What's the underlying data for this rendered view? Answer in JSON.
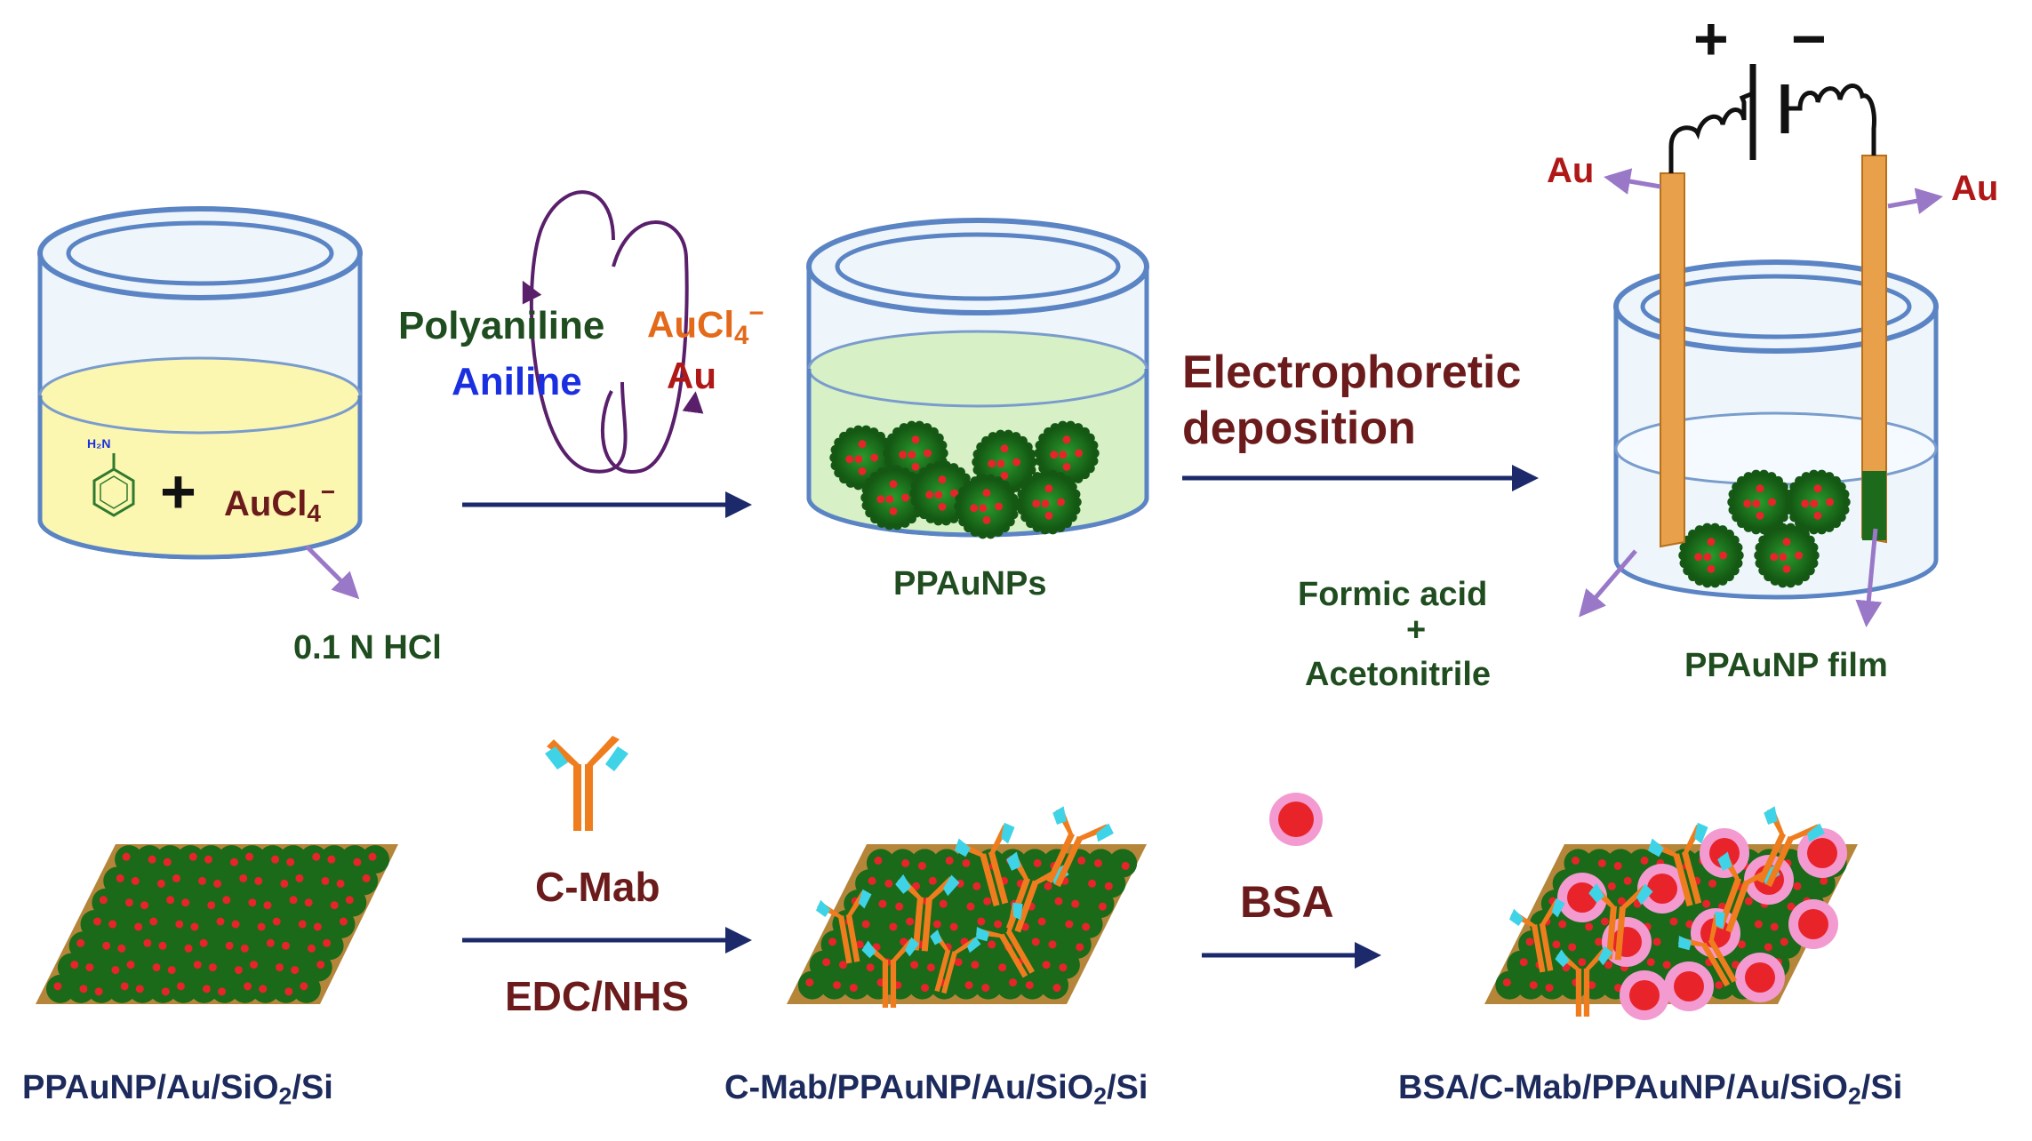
{
  "labels": {
    "polyaniline": "Polyaniline",
    "aniline": "Aniline",
    "aucl4_top": "AuCl",
    "aucl4_top_sub": "4",
    "aucl4_top_sup": "−",
    "au_mid": "Au",
    "beaker1_aucl": "AuCl",
    "beaker1_sub": "4",
    "beaker1_sup": "−",
    "plus_sign": "+",
    "amine_label": "H₂N",
    "hcl": "0.1 N HCl",
    "ppaunps": "PPAuNPs",
    "electrophoretic": "Electrophoretic",
    "deposition": "deposition",
    "au_left": "Au",
    "au_right": "Au",
    "battery_plus": "+",
    "battery_minus": "−",
    "formic": "Formic acid",
    "formic_plus": "+",
    "acetonitrile": "Acetonitrile",
    "film": "PPAuNP film",
    "cmab": "C-Mab",
    "edc": "EDC/NHS",
    "bsa": "BSA",
    "sub1": "PPAuNP/Au/SiO",
    "sub1_sub": "2",
    "sub1_end": "/Si",
    "sub2": "C-Mab/PPAuNP/Au/SiO",
    "sub2_sub": "2",
    "sub2_end": "/Si",
    "sub3": "BSA/C-Mab/PPAuNP/Au/SiO",
    "sub3_sub": "2",
    "sub3_end": "/Si"
  },
  "colors": {
    "beaker_stroke": "#5b84c4",
    "beaker_fill": "#e6f2fb",
    "yellow_solution": "#fbf6b0",
    "green_solution": "#d7f0c6",
    "particle": "#1d7a1d",
    "dot": "#e8242a",
    "electrode": "#e8a04a",
    "arrow": "#1c2a6b",
    "lavender": "#9a78c8",
    "purple": "#5a1f6b",
    "antibody": "#ef7d1e",
    "antibody_tip": "#3fd3e8",
    "bsa": "#e8242a",
    "bsa_halo": "#f39ad0",
    "substrate": "#b5853a"
  }
}
